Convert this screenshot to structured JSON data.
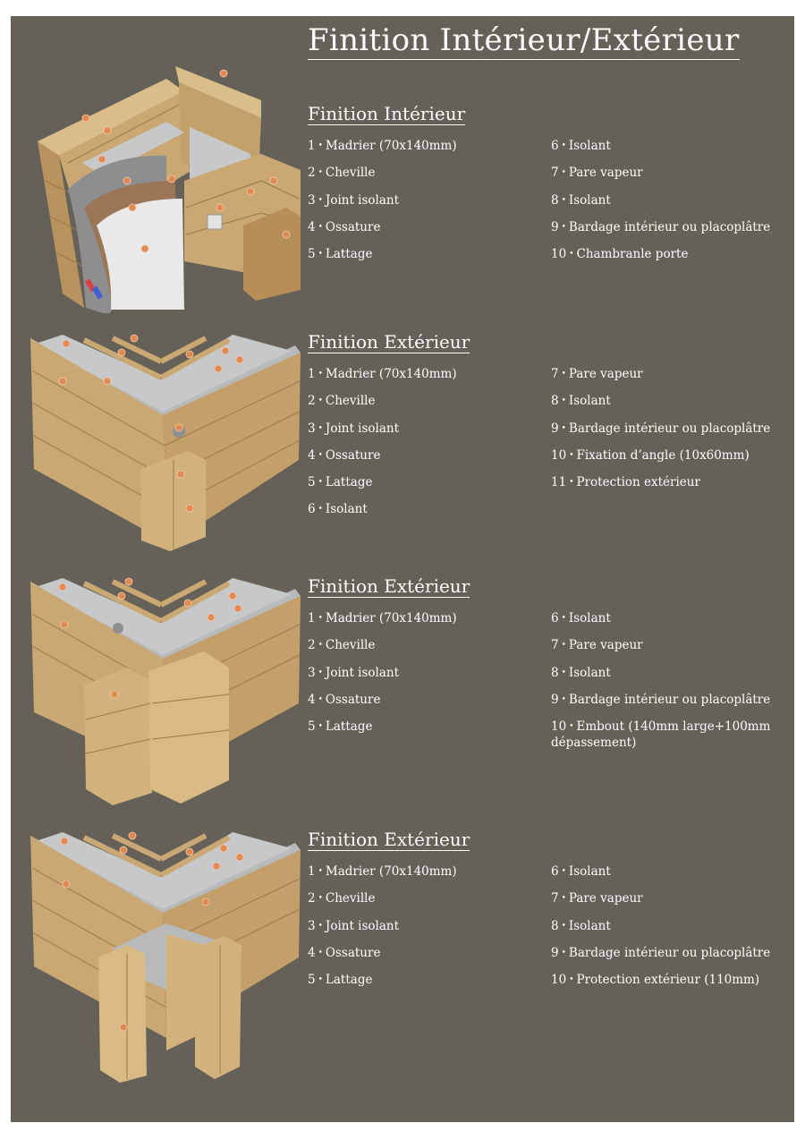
{
  "title": "Finition Intérieur/Extérieur",
  "sections": [
    {
      "title": "Finition Intérieur",
      "left": [
        {
          "n": "1",
          "label": "Madrier (70x140mm)"
        },
        {
          "n": "2",
          "label": "Cheville"
        },
        {
          "n": "3",
          "label": "Joint isolant"
        },
        {
          "n": "4",
          "label": "Ossature"
        },
        {
          "n": "5",
          "label": "Lattage"
        }
      ],
      "right": [
        {
          "n": "6",
          "label": "Isolant"
        },
        {
          "n": "7",
          "label": "Pare vapeur"
        },
        {
          "n": "8",
          "label": "Isolant"
        },
        {
          "n": "9",
          "label": "Bardage intérieur ou placoplâtre"
        },
        {
          "n": "10",
          "label": "Chambranle porte"
        }
      ]
    },
    {
      "title": "Finition Extérieur",
      "left": [
        {
          "n": "1",
          "label": "Madrier (70x140mm)"
        },
        {
          "n": "2",
          "label": "Cheville"
        },
        {
          "n": "3",
          "label": "Joint isolant"
        },
        {
          "n": "4",
          "label": "Ossature"
        },
        {
          "n": "5",
          "label": "Lattage"
        },
        {
          "n": "6",
          "label": "Isolant"
        }
      ],
      "right": [
        {
          "n": "7",
          "label": "Pare vapeur"
        },
        {
          "n": "8",
          "label": "Isolant"
        },
        {
          "n": "9",
          "label": "Bardage intérieur ou placoplâtre"
        },
        {
          "n": "10",
          "label": "Fixation d’angle (10x60mm)"
        },
        {
          "n": "11",
          "label": "Protection extérieur"
        }
      ]
    },
    {
      "title": "Finition Extérieur",
      "left": [
        {
          "n": "1",
          "label": "Madrier (70x140mm)"
        },
        {
          "n": "2",
          "label": "Cheville"
        },
        {
          "n": "3",
          "label": "Joint isolant"
        },
        {
          "n": "4",
          "label": "Ossature"
        },
        {
          "n": "5",
          "label": "Lattage"
        }
      ],
      "right": [
        {
          "n": "6",
          "label": "Isolant"
        },
        {
          "n": "7",
          "label": "Pare vapeur"
        },
        {
          "n": "8",
          "label": "Isolant"
        },
        {
          "n": "9",
          "label": "Bardage intérieur ou placoplâtre"
        },
        {
          "n": "10",
          "label": "Embout   (140mm large+100mm dépassement)"
        }
      ]
    },
    {
      "title": "Finition Extérieur",
      "left": [
        {
          "n": "1",
          "label": "Madrier (70x140mm)"
        },
        {
          "n": "2",
          "label": "Cheville"
        },
        {
          "n": "3",
          "label": "Joint isolant"
        },
        {
          "n": "4",
          "label": "Ossature"
        },
        {
          "n": "5",
          "label": "Lattage"
        }
      ],
      "right": [
        {
          "n": "6",
          "label": "Isolant"
        },
        {
          "n": "7",
          "label": "Pare vapeur"
        },
        {
          "n": "8",
          "label": "Isolant"
        },
        {
          "n": "9",
          "label": "Bardage intérieur ou placoplâtre"
        },
        {
          "n": "10",
          "label": "Protection extérieur (110mm)"
        }
      ]
    }
  ],
  "colors": {
    "background": "#656158",
    "text": "#ffffff",
    "wood": "#c9a874",
    "insulation": "#c6c8c9",
    "marker": "#e08a52"
  }
}
